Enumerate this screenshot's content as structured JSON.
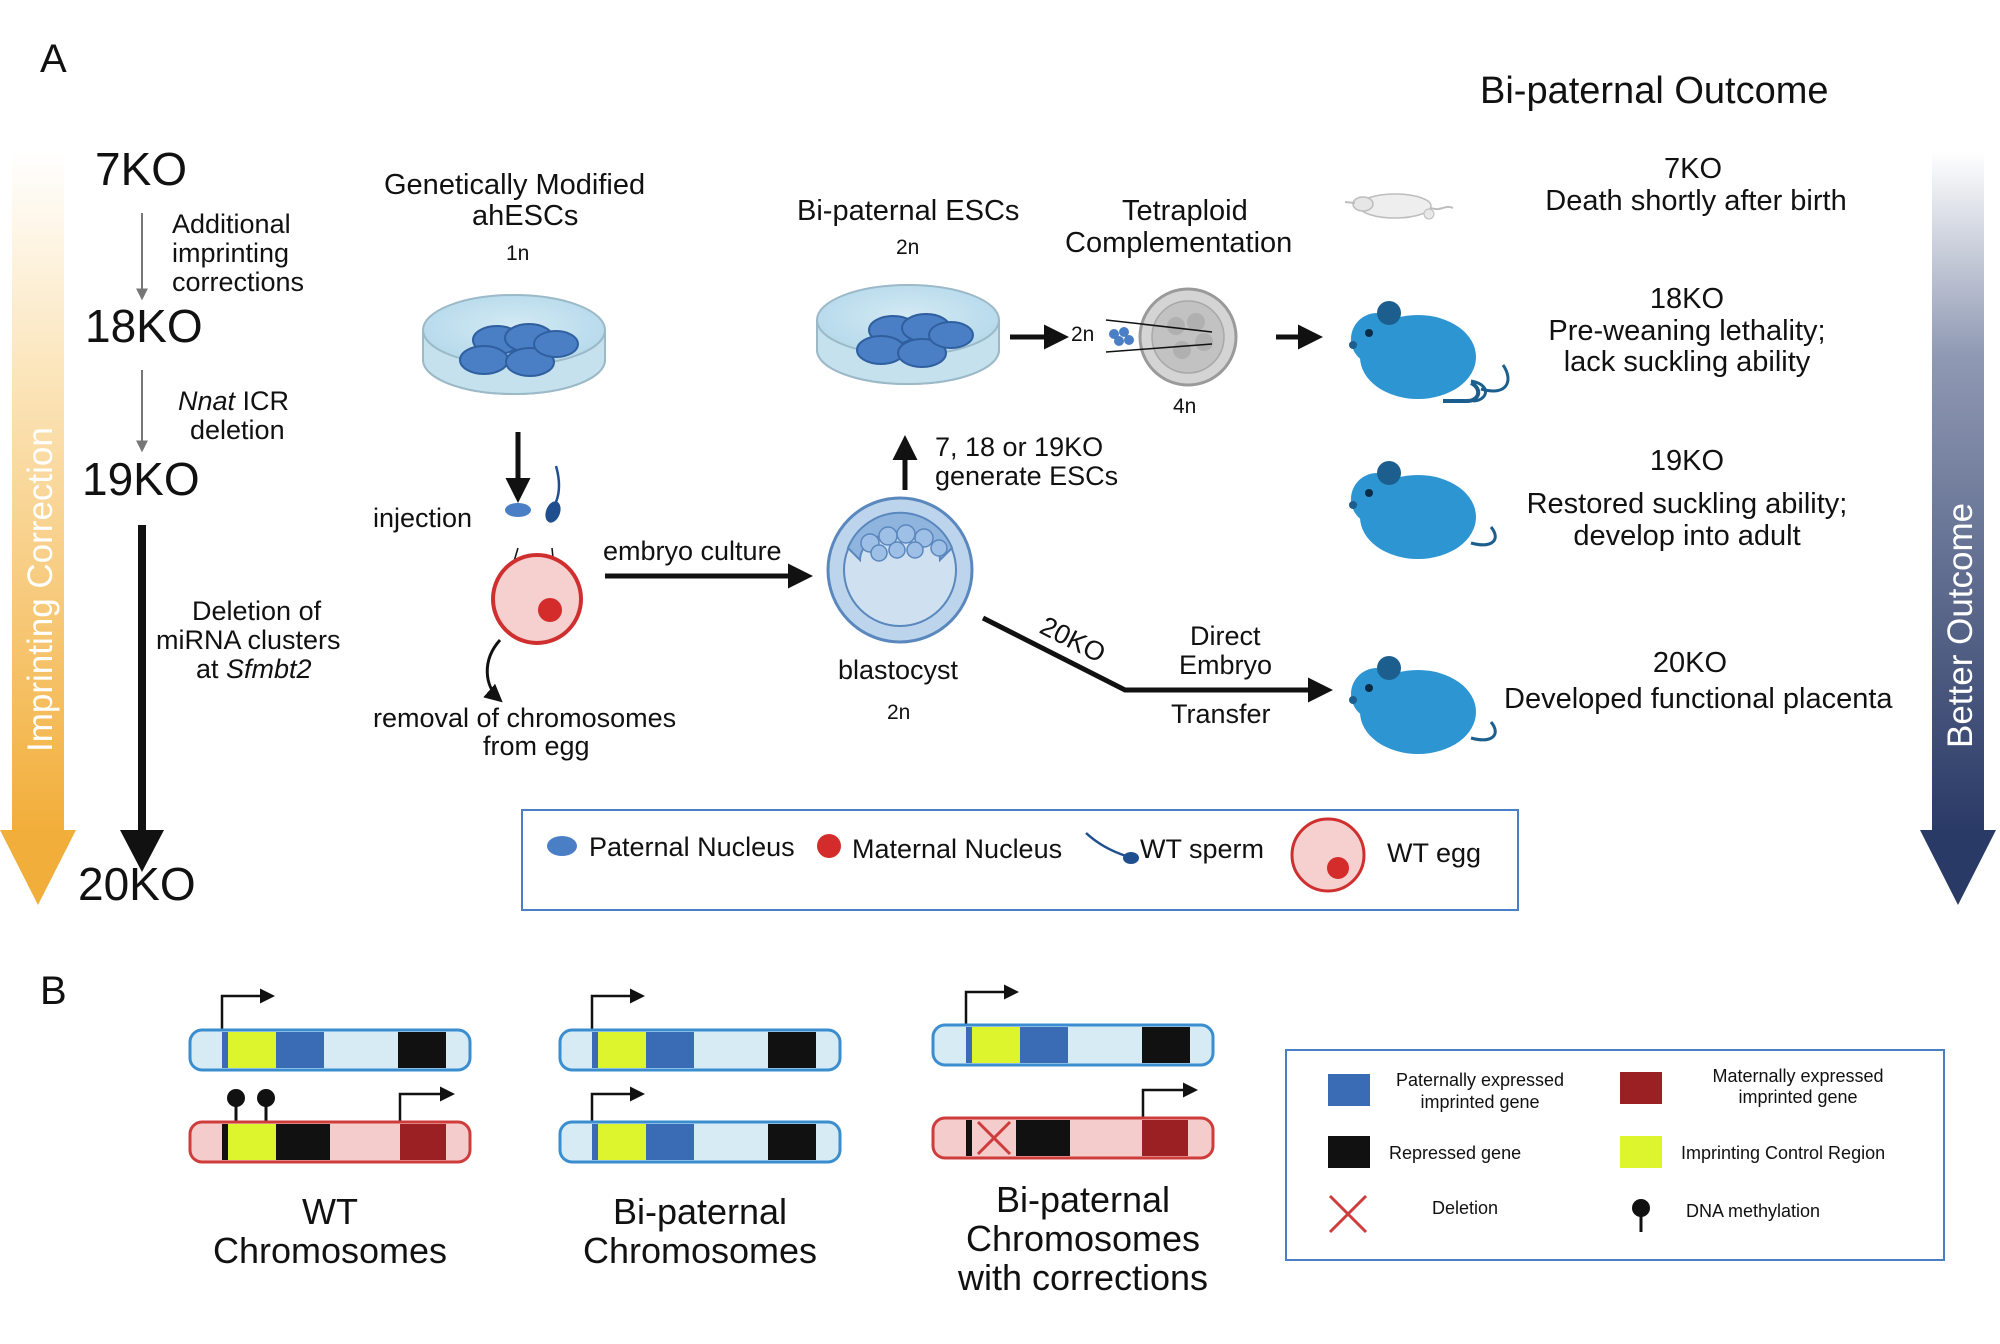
{
  "panel_a": {
    "label": "A",
    "outcome_header": "Bi-paternal Outcome",
    "left_axis_label": "Imprinting Correction",
    "right_axis_label": "Better Outcome",
    "ko_steps": {
      "ko7": "7KO",
      "step1_line1": "Additional",
      "step1_line2": "imprinting",
      "step1_line3": "corrections",
      "ko18": "18KO",
      "step2_gene": "Nnat",
      "step2_rest": " ICR",
      "step2_line2": "deletion",
      "ko19": "19KO",
      "step3_line1": "Deletion of",
      "step3_line2": "miRNA clusters",
      "step3_line3_prefix": "at ",
      "step3_gene": "Sfmbt2",
      "ko20": "20KO"
    },
    "workflow": {
      "gm_title1": "Genetically Modified",
      "gm_title2": "ahESCs",
      "gm_ploidy": "1n",
      "injection": "injection",
      "removal1": "removal of chromosomes",
      "removal2": "from egg",
      "embryo_culture": "embryo culture",
      "blastocyst": "blastocyst",
      "blastocyst_ploidy": "2n",
      "generate1": "7, 18 or 19KO",
      "generate2": "generate ESCs",
      "bp_esc_title": "Bi-paternal ESCs",
      "bp_esc_ploidy": "2n",
      "tetra1": "Tetraploid",
      "tetra2": "Complementation",
      "tetra_in": "2n",
      "tetra_ploidy": "4n",
      "ko20_path": "20KO",
      "direct1": "Direct",
      "direct2": "Embryo",
      "direct3": "Transfer"
    },
    "outcomes": [
      {
        "ko": "7KO",
        "line1": "Death shortly after birth",
        "line2": ""
      },
      {
        "ko": "18KO",
        "line1": "Pre-weaning lethality;",
        "line2": "lack suckling ability"
      },
      {
        "ko": "19KO",
        "line1": "Restored suckling ability;",
        "line2": "develop into adult"
      },
      {
        "ko": "20KO",
        "line1": "Developed functional placenta",
        "line2": ""
      }
    ],
    "legend": {
      "paternal": "Paternal Nucleus",
      "maternal": "Maternal Nucleus",
      "sperm": "WT sperm",
      "egg": "WT egg"
    }
  },
  "panel_b": {
    "label": "B",
    "groups": [
      {
        "line1": "WT",
        "line2": "Chromosomes",
        "line3": ""
      },
      {
        "line1": "Bi-paternal",
        "line2": "Chromosomes",
        "line3": ""
      },
      {
        "line1": "Bi-paternal",
        "line2": "Chromosomes",
        "line3": "with corrections"
      }
    ],
    "legend": {
      "paternal_line1": "Paternally expressed",
      "paternal_line2": "imprinted gene",
      "maternal_line1": "Maternally expressed",
      "maternal_line2": "imprinted gene",
      "repressed": "Repressed gene",
      "icr": "Imprinting Control Region",
      "deletion": "Deletion",
      "methylation": "DNA methylation"
    }
  },
  "colors": {
    "left_arrow_top": "#ffffff",
    "left_arrow_bottom": "#f2ae3a",
    "right_arrow_top": "#ffffff",
    "right_arrow_bottom": "#2a3a66",
    "mouse": "#2e95d3",
    "mouse_dark": "#1c5f8e",
    "paternal_gene": "#3a6cb5",
    "maternal_gene": "#9b2023",
    "icr": "#dcf52c",
    "repressed": "#111111",
    "paternal_chrom_fill": "#d6ebf3",
    "paternal_chrom_stroke": "#3a8ed0",
    "maternal_chrom_fill": "#f5cccc",
    "maternal_chrom_stroke": "#cf3c3c",
    "egg_fill": "#f6cfcf",
    "egg_stroke": "#cf2f2f",
    "maternal_nucleus": "#d42b2b",
    "paternal_nucleus": "#4a7fc6",
    "legend_border": "#4a7fc6"
  },
  "icons": [
    "petri-dish-icon",
    "sperm-icon",
    "egg-icon",
    "blastocyst-icon",
    "mouse-icon",
    "methylation-pin-icon",
    "deletion-x-icon",
    "transcription-arrow-icon"
  ]
}
